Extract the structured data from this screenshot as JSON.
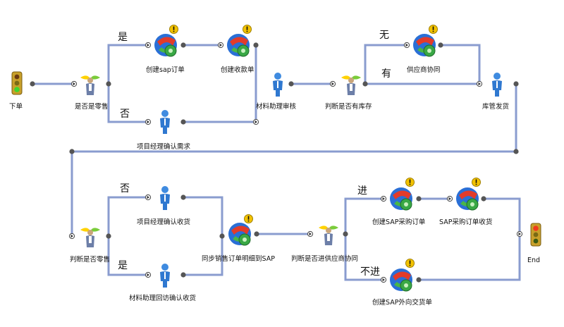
{
  "nodes": {
    "start": "下单",
    "n1": "是否是零售",
    "sap_order": "创建sap订单",
    "receipt": "创建收款单",
    "pm_confirm": "项目经理确认需求",
    "mat_review": "材料助理审核",
    "stock_check": "判断是否有库存",
    "supplier": "供应商协同",
    "warehouse": "库管发货",
    "retail2": "判断是否零售",
    "pm_receive": "项目经理确认收货",
    "mat_revisit": "材料助理回访确认收货",
    "sync": "同步销售订单明细到SAP",
    "supplier_check": "判断是否进供应商协同",
    "sap_po": "创建SAP采购订单",
    "po_receive": "SAP采购订单收货",
    "outbound": "创建SAP外向交货单",
    "end": "End"
  },
  "edges": {
    "yes1": "是",
    "no1": "否",
    "none": "无",
    "have": "有",
    "no2": "否",
    "yes2": "是",
    "in": "进",
    "notin": "不进"
  },
  "colors": {
    "line": "#8a9ccf",
    "handle": "#555555",
    "warn": "#f2c200"
  }
}
